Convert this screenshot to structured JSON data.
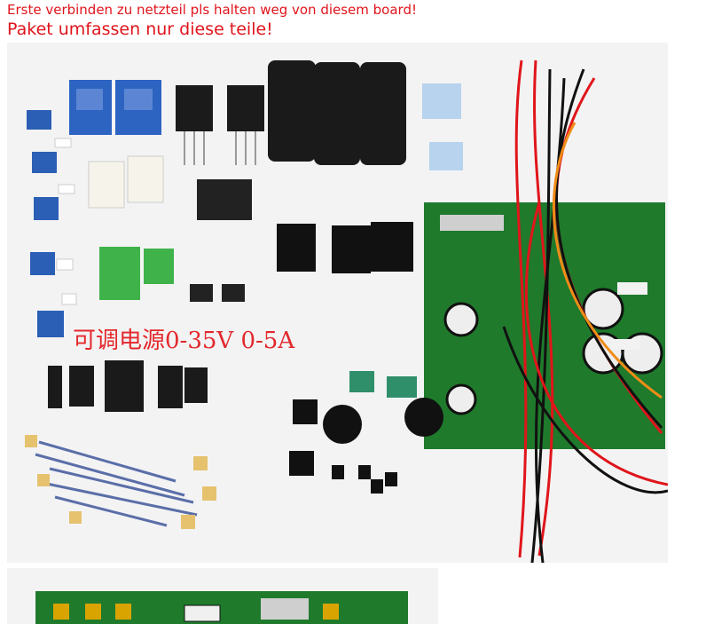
{
  "notes": {
    "line1": "Erste verbinden zu netzteil pls halten weg von diesem board!",
    "line2": "Paket umfassen nur diese teile!"
  },
  "photo_overlay": {
    "label": "可调电源0-35V 0-5A"
  },
  "colors": {
    "note_text": "#e0141c",
    "overlay_text": "#e3282c",
    "pcb_green": "#1f7a2c",
    "relay_blue": "#2a5fb8",
    "capacitor_black": "#1a1a1a",
    "wire_red": "#e0151a"
  }
}
